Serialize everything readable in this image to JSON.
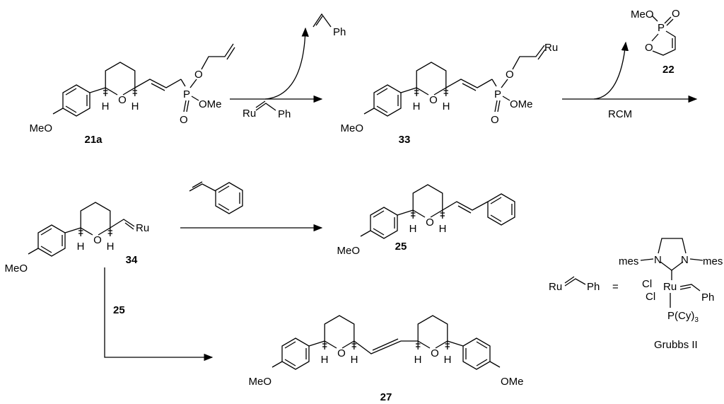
{
  "compounds": {
    "c21a": {
      "label": "21a",
      "meo": "MeO",
      "o_ring": "O",
      "h1": "H",
      "h2": "H",
      "p": "P",
      "o_ester": "O",
      "o_double": "O",
      "ome": "OMe"
    },
    "c33": {
      "label": "33",
      "meo": "MeO",
      "o_ring": "O",
      "h1": "H",
      "h2": "H",
      "p": "P",
      "o_ester": "O",
      "o_double": "O",
      "ome": "OMe",
      "ru": "Ru"
    },
    "c34": {
      "label": "34",
      "meo": "MeO",
      "o_ring": "O",
      "h1": "H",
      "h2": "H",
      "ru": "Ru"
    },
    "c25": {
      "label": "25",
      "meo": "MeO",
      "o_ring": "O",
      "h1": "H",
      "h2": "H"
    },
    "c27": {
      "label": "27",
      "meo_left": "MeO",
      "ome_right": "OMe",
      "o_left": "O",
      "o_right": "O",
      "h": [
        "H",
        "H",
        "H",
        "H"
      ]
    },
    "c22": {
      "label": "22",
      "meo": "MeO",
      "p": "P",
      "o_double": "O",
      "o_ring": "O"
    }
  },
  "reagents": {
    "ru_ph": {
      "ru": "Ru",
      "ph": "Ph"
    },
    "styrene_byproduct": {
      "ph": "Ph"
    },
    "rcm": "RCM",
    "reagent_25": "25"
  },
  "grubbs": {
    "ru": "Ru",
    "ph": "Ph",
    "equals": "=",
    "mes_left": "mes",
    "mes_right": "mes",
    "n_left": "N",
    "n_right": "N",
    "cl1": "Cl",
    "cl2": "Cl",
    "ru_center": "Ru",
    "ph_center": "Ph",
    "pcy": "P(Cy)",
    "pcy_sub": "3",
    "name": "Grubbs II"
  }
}
